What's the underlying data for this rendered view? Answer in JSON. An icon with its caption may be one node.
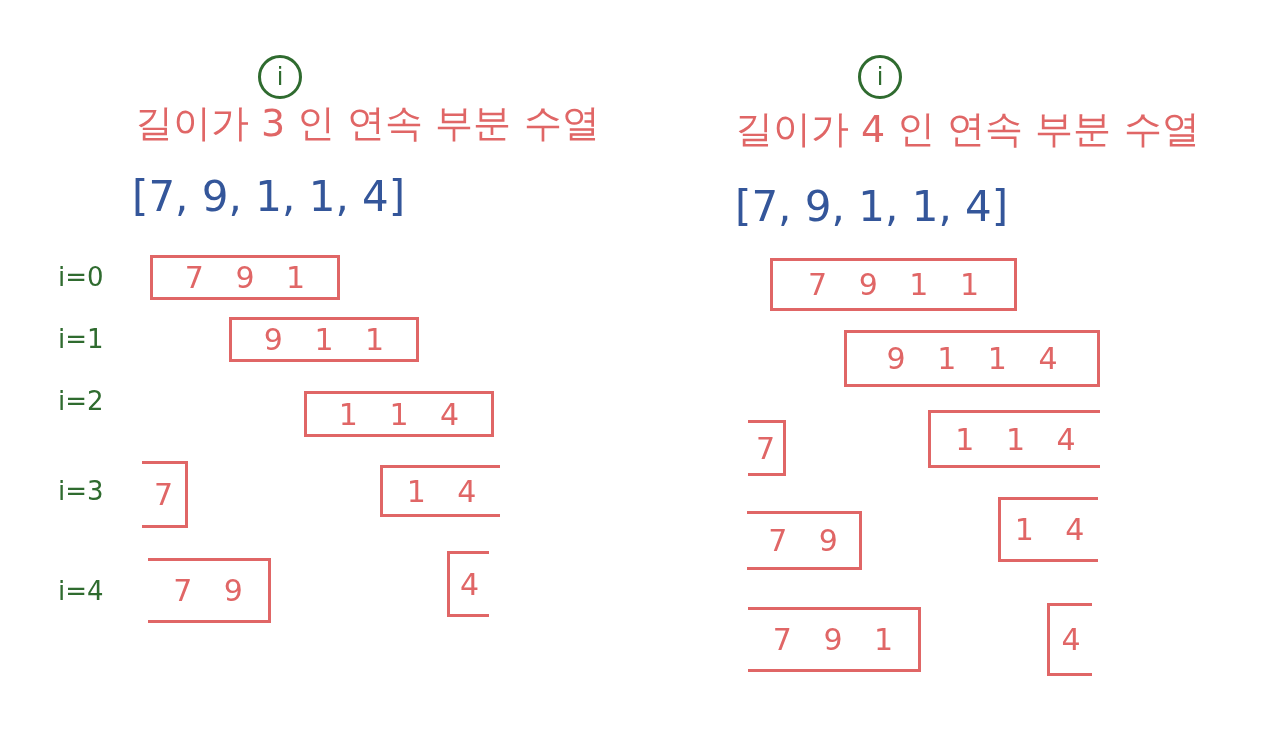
{
  "diagram": {
    "nodes": [
      {
        "text": [
          "i"
        ]
      },
      {
        "text": [
          "i"
        ]
      },
      {
        "text": [
          "7 9 1"
        ]
      },
      {
        "text": [
          "9 1 1"
        ]
      },
      {
        "text": [
          "1 1 4"
        ]
      },
      {
        "text": [
          "7"
        ]
      },
      {
        "text": [
          "1 4"
        ]
      },
      {
        "text": [
          "7 9"
        ]
      },
      {
        "text": [
          "4"
        ]
      },
      {
        "text": [
          "7 9 1 1"
        ]
      },
      {
        "text": [
          "9 1 1 4"
        ]
      },
      {
        "text": [
          "7"
        ]
      },
      {
        "text": [
          "1 1 4"
        ]
      },
      {
        "text": [
          "7 9"
        ]
      },
      {
        "text": [
          "1 4"
        ]
      },
      {
        "text": [
          "7 9 1"
        ]
      },
      {
        "text": [
          "4"
        ]
      }
    ],
    "edges": [],
    "labels": [
      "길이가 3 인 연속 부분 수열",
      "[7, 9, 1, 1, 4]",
      "i=0",
      "i=1",
      "i=2",
      "i=3",
      "i=4",
      "길이가 4 인 연속 부분 수열",
      "[7, 9, 1, 1, 4]"
    ]
  }
}
